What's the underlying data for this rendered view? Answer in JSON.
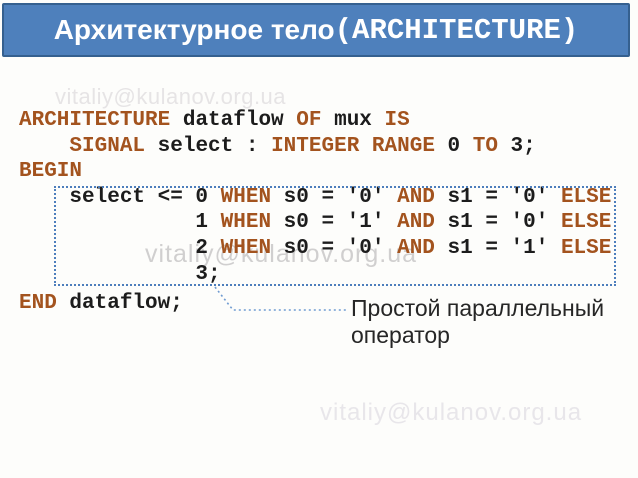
{
  "header": {
    "title_ru": "Архитектурное тело ",
    "title_en": "(ARCHITECTURE)",
    "bg_color": "#4E80BC",
    "border_color": "#35608F",
    "text_color": "#FFFFFF"
  },
  "watermarks": {
    "top": "vitaliy@kulanov.org.ua",
    "middle": "vitaliy@kulanov.org.ua",
    "bottom": "vitaliy@kulanov.org.ua"
  },
  "code": {
    "language": "VHDL",
    "keyword_color": "#A3531E",
    "text_color": "#1C1C1C",
    "lines": [
      {
        "tokens": [
          {
            "t": "ARCHITECTURE",
            "c": "kw"
          },
          {
            "t": " dataflow ",
            "c": "id"
          },
          {
            "t": "OF",
            "c": "kw"
          },
          {
            "t": " mux ",
            "c": "id"
          },
          {
            "t": "IS",
            "c": "kw"
          }
        ]
      },
      {
        "tokens": [
          {
            "t": "    ",
            "c": "id"
          },
          {
            "t": "SIGNAL",
            "c": "kw"
          },
          {
            "t": " select : ",
            "c": "id"
          },
          {
            "t": "INTEGER",
            "c": "kw"
          },
          {
            "t": " ",
            "c": "id"
          },
          {
            "t": "RANGE",
            "c": "kw"
          },
          {
            "t": " 0 ",
            "c": "id"
          },
          {
            "t": "TO",
            "c": "kw"
          },
          {
            "t": " 3;",
            "c": "id"
          }
        ]
      },
      {
        "tokens": [
          {
            "t": "BEGIN",
            "c": "kw"
          }
        ]
      },
      {
        "tokens": [
          {
            "t": "    select <= 0 ",
            "c": "id"
          },
          {
            "t": "WHEN",
            "c": "kw"
          },
          {
            "t": " s0 = '0' ",
            "c": "id"
          },
          {
            "t": "AND",
            "c": "kw"
          },
          {
            "t": " s1 = '0' ",
            "c": "id"
          },
          {
            "t": "ELSE",
            "c": "kw"
          }
        ]
      },
      {
        "tokens": [
          {
            "t": "              1 ",
            "c": "id"
          },
          {
            "t": "WHEN",
            "c": "kw"
          },
          {
            "t": " s0 = '1' ",
            "c": "id"
          },
          {
            "t": "AND",
            "c": "kw"
          },
          {
            "t": " s1 = '0' ",
            "c": "id"
          },
          {
            "t": "ELSE",
            "c": "kw"
          }
        ]
      },
      {
        "tokens": [
          {
            "t": "              2 ",
            "c": "id"
          },
          {
            "t": "WHEN",
            "c": "kw"
          },
          {
            "t": " s0 = '0' ",
            "c": "id"
          },
          {
            "t": "AND",
            "c": "kw"
          },
          {
            "t": " s1 = '1' ",
            "c": "id"
          },
          {
            "t": "ELSE",
            "c": "kw"
          }
        ]
      },
      {
        "tokens": [
          {
            "t": "              3;",
            "c": "id"
          }
        ]
      },
      {
        "tokens": [
          {
            "t": "END",
            "c": "kw"
          },
          {
            "t": " dataflow;",
            "c": "id"
          }
        ]
      }
    ]
  },
  "callout": {
    "label_line1": "Простой параллельный",
    "label_line2": "оператор",
    "line_color": "#6F9BD1",
    "box_border_color": "#4D7EBC"
  }
}
